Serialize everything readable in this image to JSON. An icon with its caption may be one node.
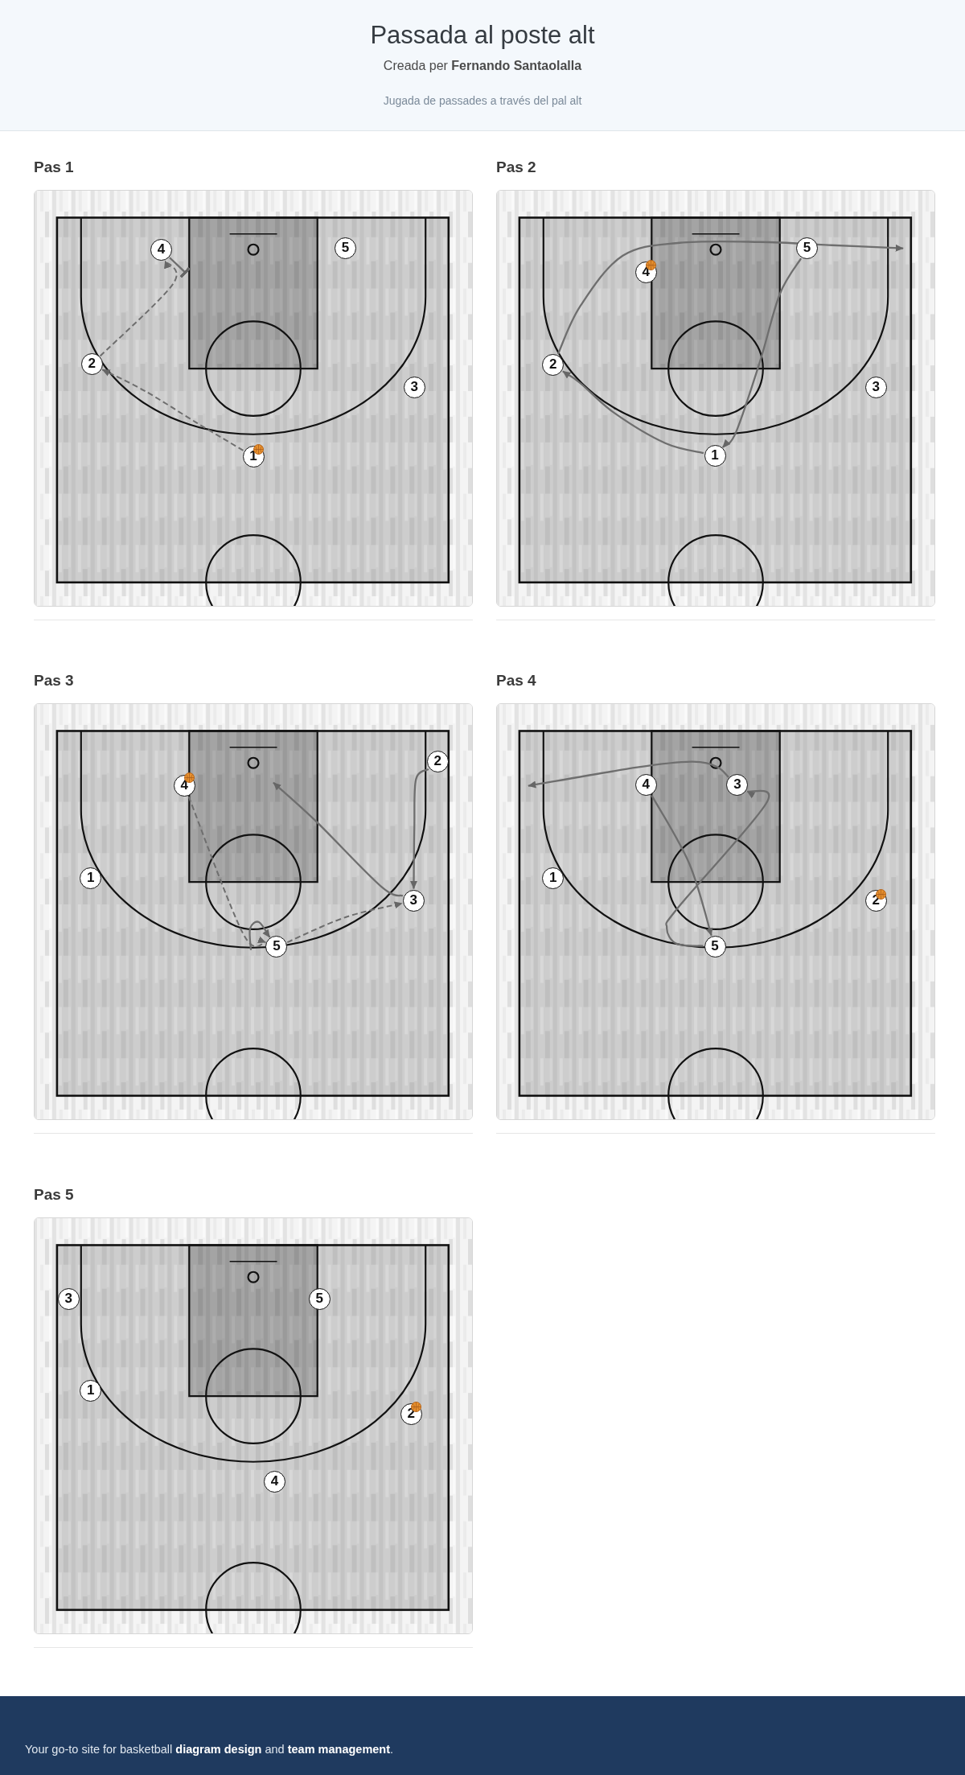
{
  "diagram": {
    "title": "Passada al poste alt",
    "nodes": [
      {
        "text": [
          "Pas 1"
        ]
      },
      {
        "text": [
          "1"
        ],
        "in": 0
      },
      {
        "text": [
          "2"
        ],
        "in": 0
      },
      {
        "text": [
          "3"
        ],
        "in": 0
      },
      {
        "text": [
          "4"
        ],
        "in": 0
      },
      {
        "text": [
          "5"
        ],
        "in": 0
      },
      {
        "text": [
          "Pas 2"
        ]
      },
      {
        "text": [
          "1"
        ],
        "in": 6
      },
      {
        "text": [
          "2"
        ],
        "in": 6
      },
      {
        "text": [
          "3"
        ],
        "in": 6
      },
      {
        "text": [
          "4"
        ],
        "in": 6
      },
      {
        "text": [
          "5"
        ],
        "in": 6
      },
      {
        "text": [
          "Pas 3"
        ]
      },
      {
        "text": [
          "1"
        ],
        "in": 12
      },
      {
        "text": [
          "2"
        ],
        "in": 12
      },
      {
        "text": [
          "3"
        ],
        "in": 12
      },
      {
        "text": [
          "4"
        ],
        "in": 12
      },
      {
        "text": [
          "5"
        ],
        "in": 12
      },
      {
        "text": [
          "Pas 4"
        ]
      },
      {
        "text": [
          "1"
        ],
        "in": 18
      },
      {
        "text": [
          "2"
        ],
        "in": 18
      },
      {
        "text": [
          "3"
        ],
        "in": 18
      },
      {
        "text": [
          "4"
        ],
        "in": 18
      },
      {
        "text": [
          "5"
        ],
        "in": 18
      },
      {
        "text": [
          "Pas 5"
        ]
      },
      {
        "text": [
          "1"
        ],
        "in": 24
      },
      {
        "text": [
          "2"
        ],
        "in": 24
      },
      {
        "text": [
          "3"
        ],
        "in": 24
      },
      {
        "text": [
          "4"
        ],
        "in": 24
      },
      {
        "text": [
          "5"
        ],
        "in": 24
      }
    ],
    "edges": [
      {
        "from": 4,
        "to": null,
        "arrow": "other"
      },
      {
        "from": 1,
        "to": 2,
        "arrow": "to",
        "style": "dashed"
      },
      {
        "from": 2,
        "to": 4,
        "arrow": "to",
        "style": "dashed"
      },
      {
        "from": 7,
        "to": 8,
        "arrow": "to"
      },
      {
        "from": 8,
        "to": null,
        "arrow": "to"
      },
      {
        "from": 11,
        "to": 7,
        "arrow": "to"
      },
      {
        "from": 14,
        "to": 15,
        "arrow": "to"
      },
      {
        "from": 15,
        "to": null,
        "arrow": "to"
      },
      {
        "from": null,
        "to": 17,
        "arrow": "to"
      },
      {
        "from": 16,
        "to": 17,
        "arrow": "to",
        "style": "dashed"
      },
      {
        "from": 17,
        "to": 15,
        "arrow": "to",
        "style": "dashed"
      },
      {
        "from": 21,
        "to": null,
        "arrow": "to"
      },
      {
        "from": 22,
        "to": 23,
        "arrow": "to"
      },
      {
        "from": 23,
        "to": 21,
        "arrow": "to"
      }
    ],
    "labels": [
      "Creada per **Fernando Santaolalla**",
      "Jugada de passades a través del pal alt",
      "Your go-to site for basketball **diagram design** and **team management**."
    ]
  }
}
